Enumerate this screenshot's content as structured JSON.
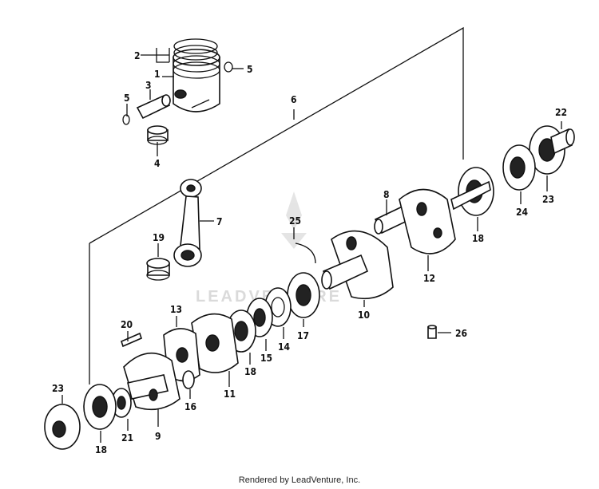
{
  "diagram": {
    "watermark_text": "LEADVENTURE",
    "footer_text": "Rendered by LeadVenture, Inc.",
    "callouts": [
      "1",
      "2",
      "3",
      "4",
      "5",
      "5",
      "6",
      "7",
      "8",
      "9",
      "10",
      "11",
      "12",
      "13",
      "14",
      "15",
      "16",
      "17",
      "18",
      "18",
      "18",
      "19",
      "20",
      "21",
      "22",
      "23",
      "23",
      "24",
      "25",
      "26"
    ]
  }
}
